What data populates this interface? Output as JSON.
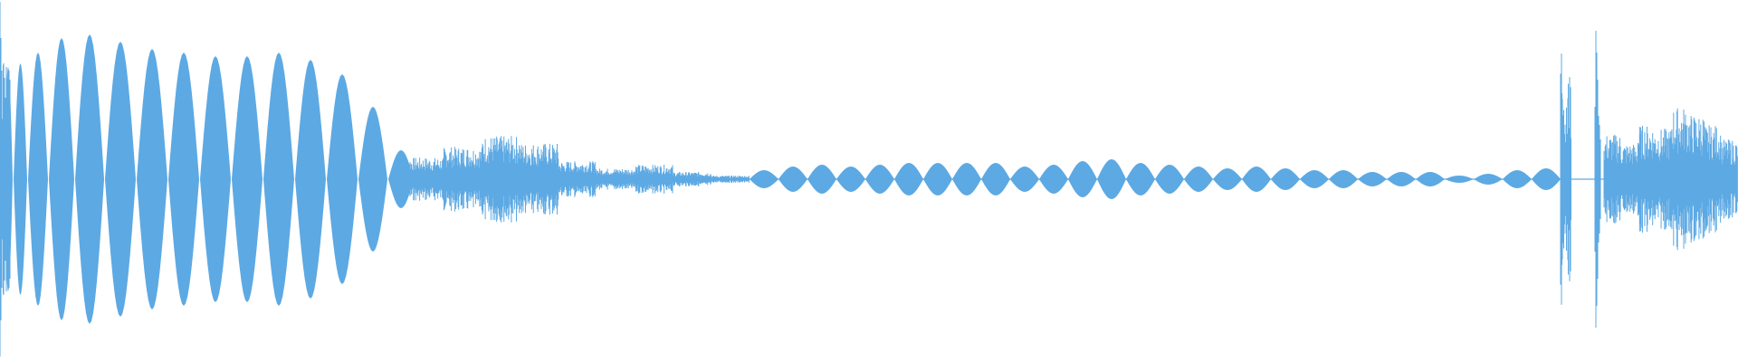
{
  "waveform": {
    "color": "#5DA9E3",
    "background": "#FFFFFF",
    "channels": 1,
    "segments": [
      {
        "kind": "transient",
        "peak": 0.98
      },
      {
        "kind": "lobes",
        "count": 15,
        "peaks": [
          0.62,
          0.64,
          0.7,
          0.78,
          0.8,
          0.76,
          0.72,
          0.7,
          0.68,
          0.68,
          0.7,
          0.66,
          0.58,
          0.4,
          0.16
        ],
        "widths": [
          10,
          15,
          22,
          28,
          32,
          34,
          34,
          34,
          34,
          34,
          34,
          34,
          34,
          32,
          28
        ]
      },
      {
        "kind": "noisy",
        "peaks": [
          0.12,
          0.18,
          0.24,
          0.2,
          0.1,
          0.06,
          0.08,
          0.04,
          0.02
        ]
      },
      {
        "kind": "lobes",
        "count": 28,
        "peaks": [
          0.05,
          0.07,
          0.08,
          0.07,
          0.08,
          0.09,
          0.09,
          0.09,
          0.09,
          0.07,
          0.08,
          0.1,
          0.11,
          0.09,
          0.08,
          0.07,
          0.06,
          0.07,
          0.06,
          0.05,
          0.05,
          0.04,
          0.04,
          0.04,
          0.02,
          0.03,
          0.05,
          0.06
        ],
        "widths": [
          32,
          32,
          32,
          32,
          32,
          32,
          32,
          32,
          32,
          32,
          32,
          32,
          32,
          32,
          32,
          32,
          32,
          32,
          32,
          32,
          32,
          32,
          32,
          32,
          32,
          32,
          32,
          32
        ]
      },
      {
        "kind": "transient",
        "peak": 0.82
      },
      {
        "kind": "noisy",
        "peaks": [
          0.25,
          0.2,
          0.3,
          0.28,
          0.4,
          0.36,
          0.3,
          0.22
        ]
      }
    ]
  }
}
